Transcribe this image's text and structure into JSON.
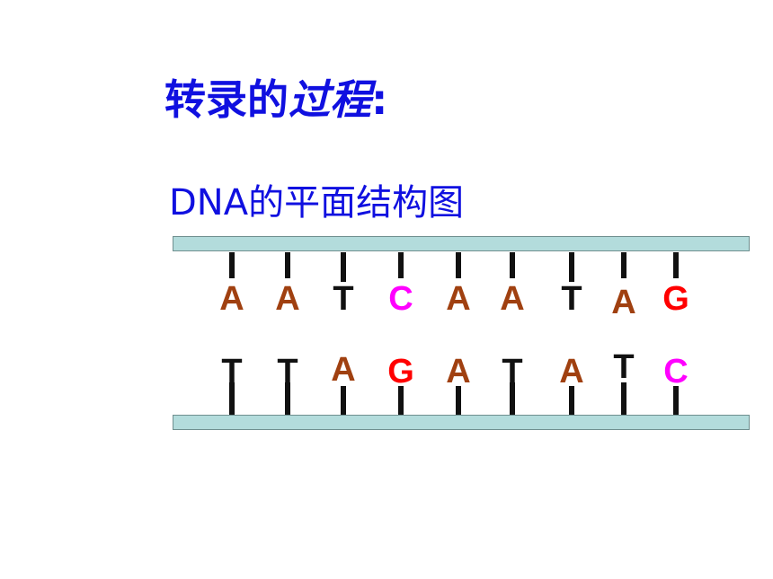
{
  "title": {
    "part1": "转录的",
    "part2": "过程",
    "part3": ":"
  },
  "subtitle": "DNA的平面结构图",
  "colors": {
    "A": "#a04010",
    "T": "#111111",
    "C": "#ff00ff",
    "G": "#ff0000",
    "text": "#1010e0",
    "strand_fill": "#b3dcdc"
  },
  "top_strand": [
    "A",
    "A",
    "T",
    "C",
    "A",
    "A",
    "T",
    "A",
    "G"
  ],
  "bottom_strand": [
    "T",
    "T",
    "A",
    "G",
    "A",
    "T",
    "A",
    "T",
    "C"
  ]
}
